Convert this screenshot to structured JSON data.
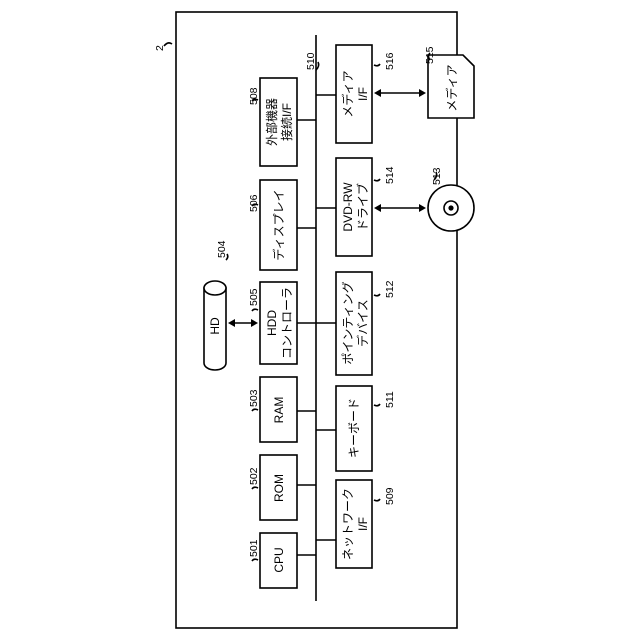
{
  "device_ref": "2",
  "bus_ref": "510",
  "components": {
    "cpu": {
      "label": [
        "CPU"
      ],
      "ref": "501"
    },
    "rom": {
      "label": [
        "ROM"
      ],
      "ref": "502"
    },
    "ram": {
      "label": [
        "RAM"
      ],
      "ref": "503"
    },
    "hd": {
      "label": [
        "HD"
      ],
      "ref": "504"
    },
    "hdd_controller": {
      "label": [
        "HDD",
        "コントローラ"
      ],
      "ref": "505"
    },
    "display": {
      "label": [
        "ディスプレイ"
      ],
      "ref": "506"
    },
    "external_device_if": {
      "label": [
        "外部機器",
        "接続I/F"
      ],
      "ref": "508"
    },
    "network_if": {
      "label": [
        "ネットワーク",
        "I/F"
      ],
      "ref": "509"
    },
    "keyboard": {
      "label": [
        "キーボード"
      ],
      "ref": "511"
    },
    "pointing_device": {
      "label": [
        "ポインティング",
        "デバイス"
      ],
      "ref": "512"
    },
    "disc": {
      "label": [],
      "ref": "513"
    },
    "dvd_drive": {
      "label": [
        "DVD-RW",
        "ドライブ"
      ],
      "ref": "514"
    },
    "media": {
      "label": [
        "メディア"
      ],
      "ref": "515"
    },
    "media_if": {
      "label": [
        "メディア",
        "I/F"
      ],
      "ref": "516"
    }
  }
}
